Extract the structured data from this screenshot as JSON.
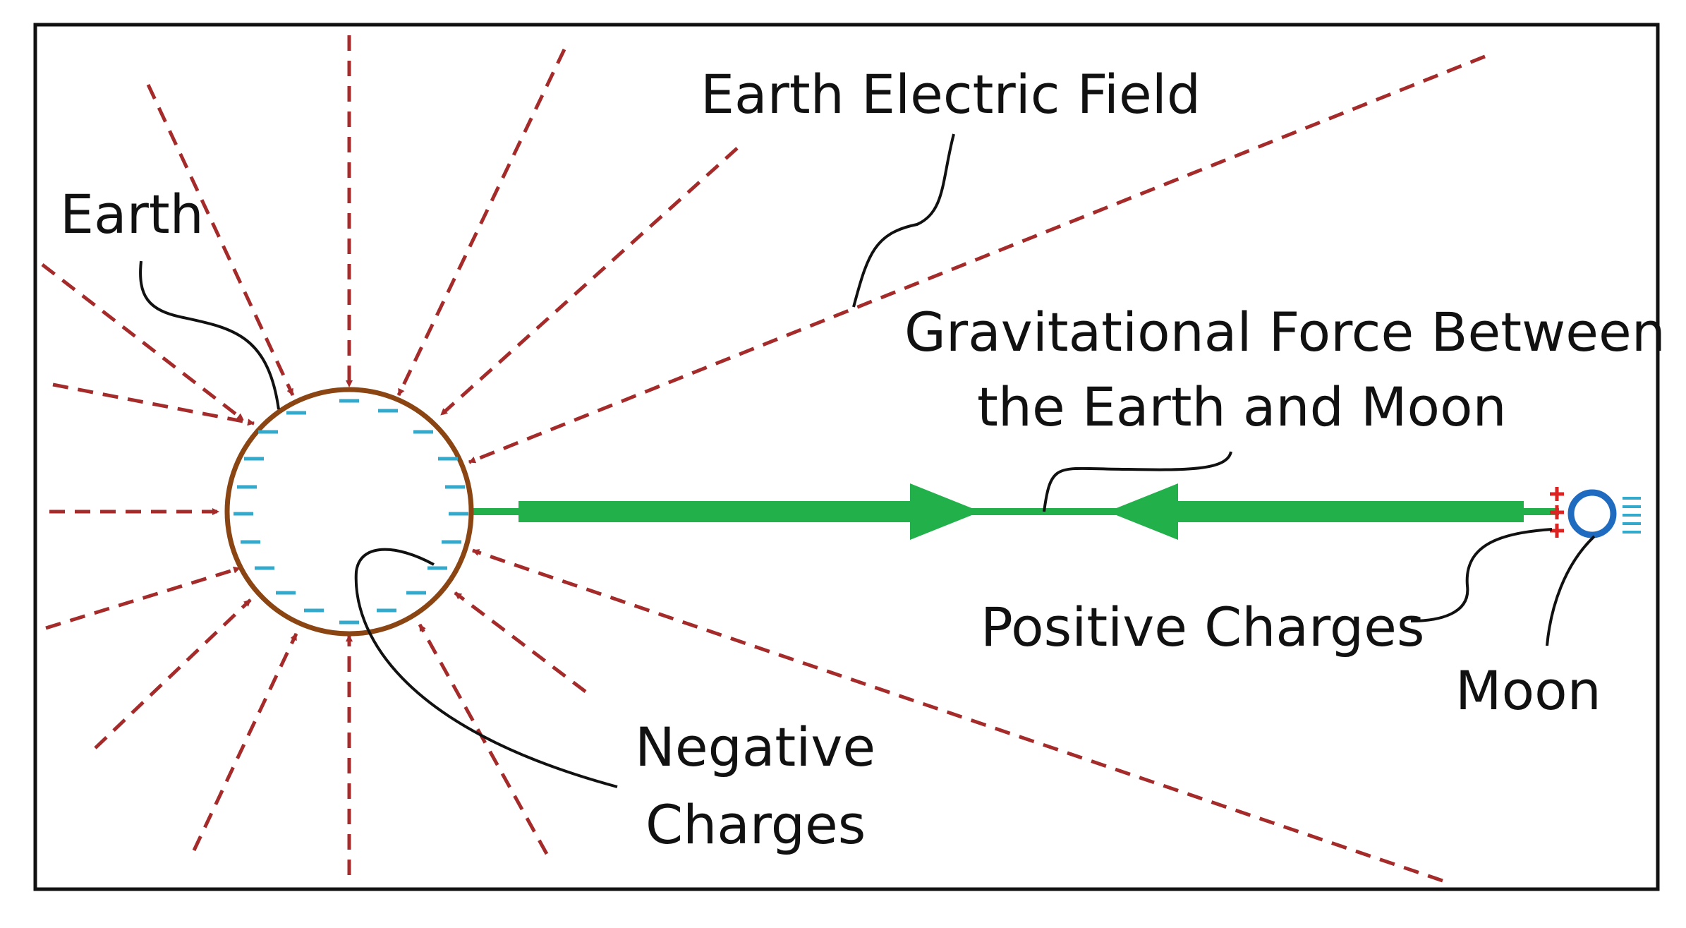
{
  "labels": {
    "earth": "Earth",
    "earth_field": "Earth Electric Field",
    "gravity_line1": "Gravitational Force Between",
    "gravity_line2": "the Earth and Moon",
    "positive": "Positive Charges",
    "moon": "Moon",
    "negative_line1": "Negative",
    "negative_line2": "Charges"
  },
  "colors": {
    "field": "#a52a2a",
    "earth": "#8b4513",
    "negative_charge": "#33aacc",
    "gravity": "#22b04b",
    "positive_charge": "#dd2222",
    "moon": "#1e6bbf",
    "leader": "#111111",
    "frame": "#111111"
  },
  "icons": {
    "earth": "circle-outline",
    "moon": "circle-outline",
    "negative_charge": "minus-sign",
    "positive_charge": "plus-sign"
  }
}
